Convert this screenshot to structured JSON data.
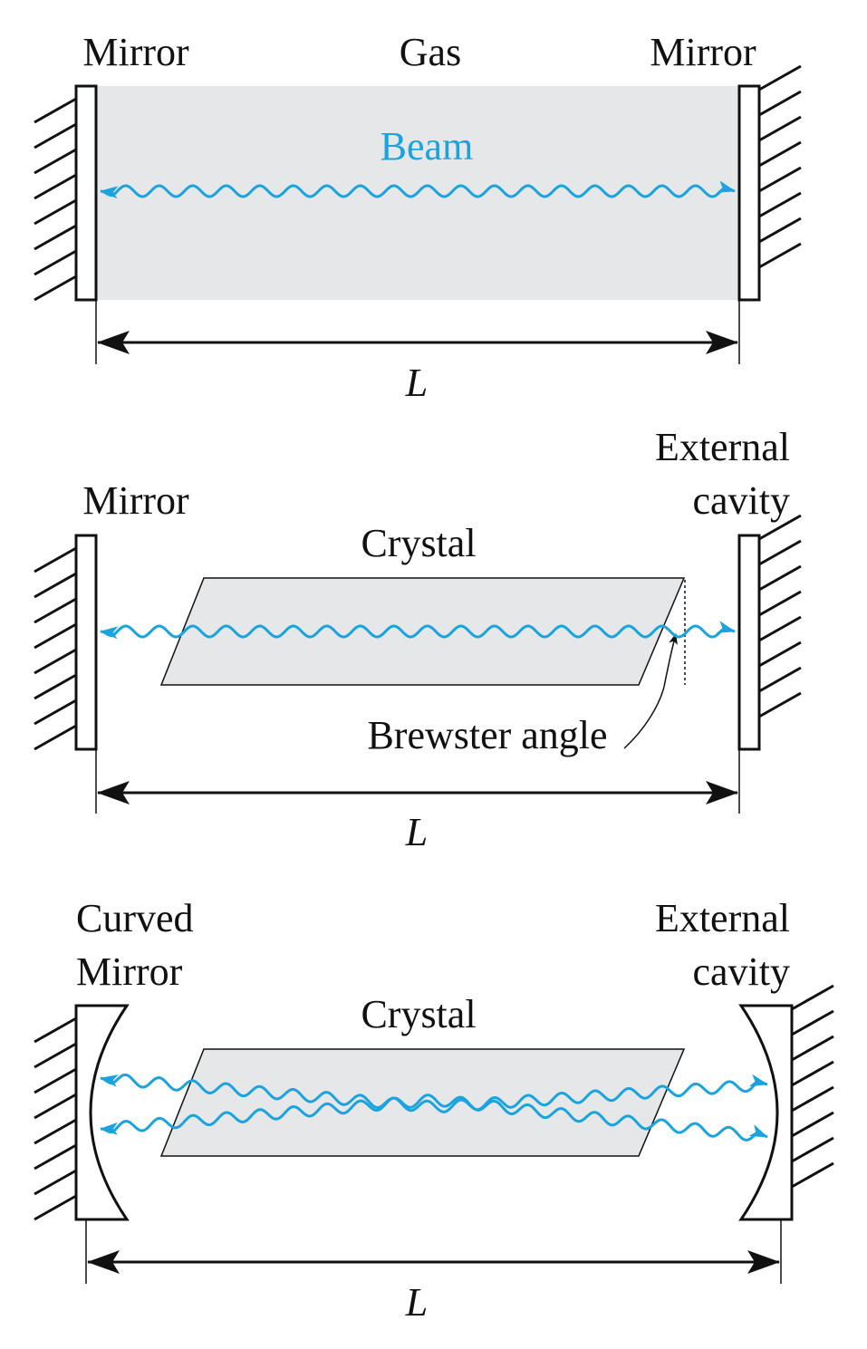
{
  "colors": {
    "ink": "#111111",
    "beam": "#1aa3dc",
    "medium_fill": "#e6e7e8"
  },
  "panel1": {
    "left_label": "Mirror",
    "medium_label": "Gas",
    "right_label": "Mirror",
    "beam_label": "Beam",
    "length_label": "L"
  },
  "panel2": {
    "left_label": "Mirror",
    "medium_label": "Crystal",
    "right_label_line1": "External",
    "right_label_line2": "cavity",
    "angle_label": "Brewster angle",
    "length_label": "L"
  },
  "panel3": {
    "left_label_line1": "Curved",
    "left_label_line2": "Mirror",
    "medium_label": "Crystal",
    "right_label_line1": "External",
    "right_label_line2": "cavity",
    "length_label": "L"
  }
}
